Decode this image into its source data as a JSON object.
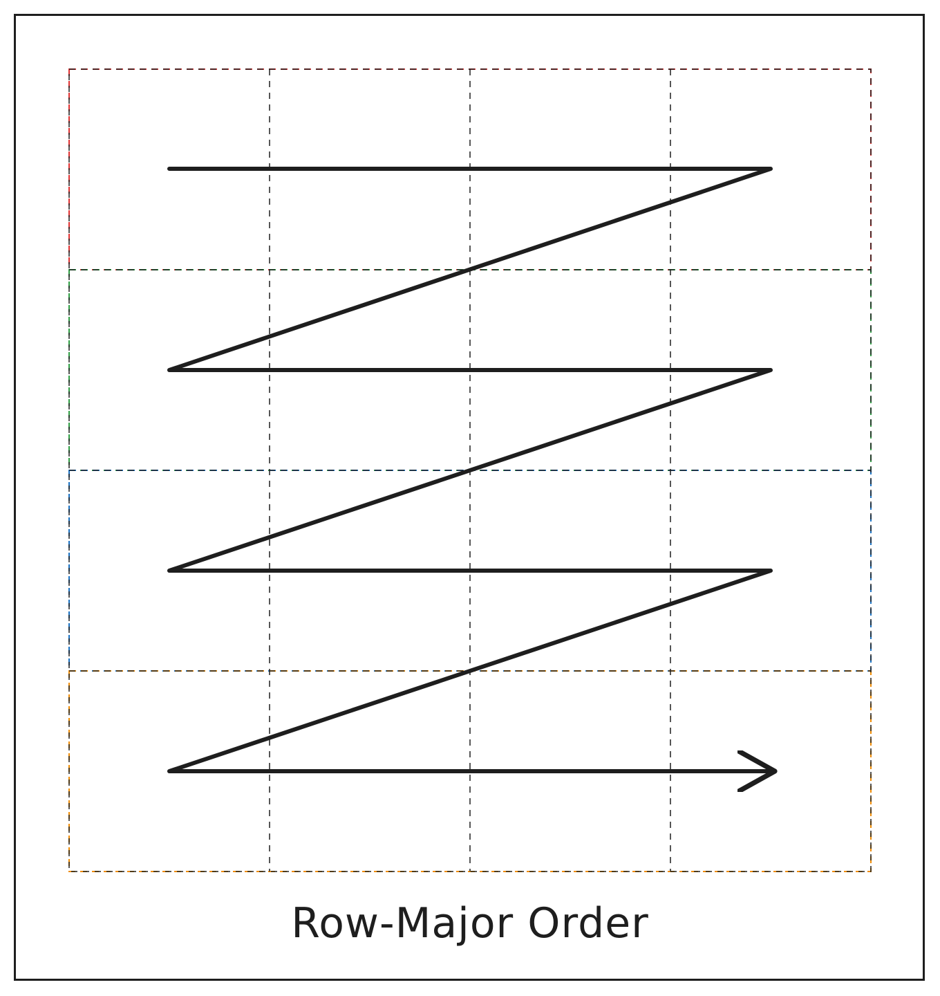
{
  "caption": "Row-Major Order",
  "grid": {
    "rows": 4,
    "cols": 4,
    "row_colors": [
      "#e03131",
      "#2f9e44",
      "#1971c2",
      "#f08c00"
    ],
    "divider_color": "#1e1e1e"
  },
  "path": {
    "color": "#1e1e1e",
    "direction": "row-major"
  }
}
